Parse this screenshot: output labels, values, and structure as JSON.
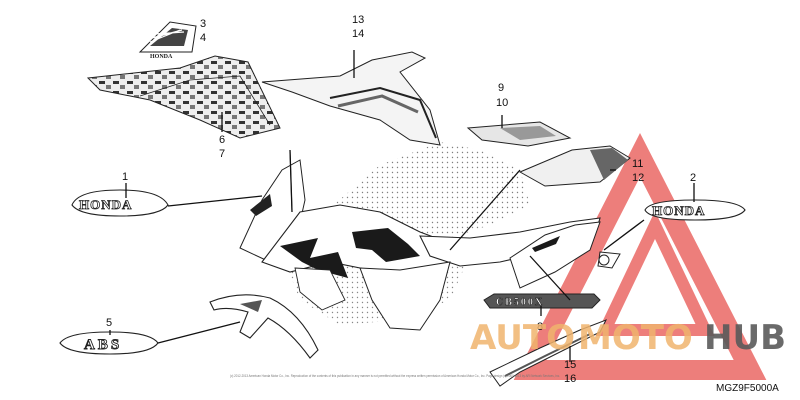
{
  "callouts": [
    {
      "label": "3"
    },
    {
      "label": "4"
    },
    {
      "label": "13"
    },
    {
      "label": "14"
    },
    {
      "label": "9"
    },
    {
      "label": "10"
    },
    {
      "label": "6"
    },
    {
      "label": "7"
    },
    {
      "label": "1"
    },
    {
      "label": "11"
    },
    {
      "label": "12"
    },
    {
      "label": "2"
    },
    {
      "label": "5"
    },
    {
      "label": "8"
    },
    {
      "label": "15"
    },
    {
      "label": "16"
    }
  ],
  "emblems": {
    "honda_left": "HONDA",
    "honda_right": "HONDA",
    "abs": "ABS",
    "model": "CB500X",
    "wing_badge": "HONDA"
  },
  "diagram_code": "MGZ9F5000A",
  "copyright": "(c) 2012-2013 American Honda Motor Co., Inc. Reproduction of the contents of this publication in any manner is not permitted without the express written permission of American Honda Motor Co., Inc. Page design (c) 2000-2013 by ARI Network Services, Inc.",
  "watermark": {
    "part1": "AUTO",
    "part2": "MOTO",
    "part3": "HUB",
    "colors": {
      "auto": "#f0b46e",
      "moto": "#f0b46e",
      "hub": "#5a5a5a",
      "triangle": "#e8534f"
    }
  }
}
